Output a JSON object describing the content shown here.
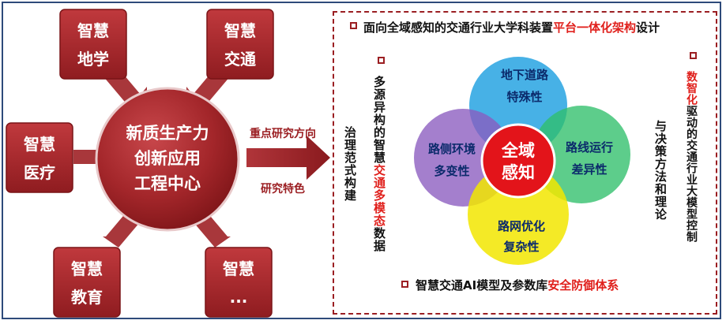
{
  "center": {
    "lines": [
      "新质生产力",
      "创新应用",
      "工程中心"
    ]
  },
  "satellites": [
    {
      "id": "geo",
      "lines": [
        "智慧",
        "地学"
      ]
    },
    {
      "id": "traffic",
      "lines": [
        "智慧",
        "交通"
      ]
    },
    {
      "id": "medical",
      "lines": [
        "智慧",
        "医疗"
      ]
    },
    {
      "id": "education",
      "lines": [
        "智慧",
        "教育"
      ]
    },
    {
      "id": "more",
      "lines": [
        "智慧",
        "..."
      ]
    }
  ],
  "arrow_labels": {
    "top": "重点研究方向",
    "bottom": "研究特色"
  },
  "right_panel": {
    "top_title": {
      "prefix": "面向全域感知的交通行业大学科装置",
      "highlight": "平台一体化架构",
      "suffix": "设计"
    },
    "bottom_title": {
      "prefix": "智慧交通AI模型及参数库",
      "highlight": "安全防御体系"
    },
    "left_col1": "治理范式构建",
    "left_col2": {
      "prefix": "多源异构的智慧",
      "highlight": "交通多模态",
      "suffix": "数据"
    },
    "right_col1": "与决策方法和理论",
    "right_col2": {
      "highlight": "数智化",
      "suffix": "驱动的交通行业大模型控制"
    },
    "venn": {
      "center": [
        "全域",
        "感知"
      ],
      "petals": [
        {
          "id": "top",
          "lines": [
            "地下道路",
            "特殊性"
          ],
          "color": "#1ea0e0"
        },
        {
          "id": "left",
          "lines": [
            "路侧环境",
            "多变性"
          ],
          "color": "#8a5bbf"
        },
        {
          "id": "right",
          "lines": [
            "路线运行",
            "差异性"
          ],
          "color": "#2fbf6a"
        },
        {
          "id": "bottom",
          "lines": [
            "路网优化",
            "复杂性"
          ],
          "color": "#f2e600"
        }
      ]
    }
  },
  "colors": {
    "dark_red": "#9b1e22",
    "accent_red": "#e0201c",
    "frame_blue": "#2e4a7a"
  }
}
